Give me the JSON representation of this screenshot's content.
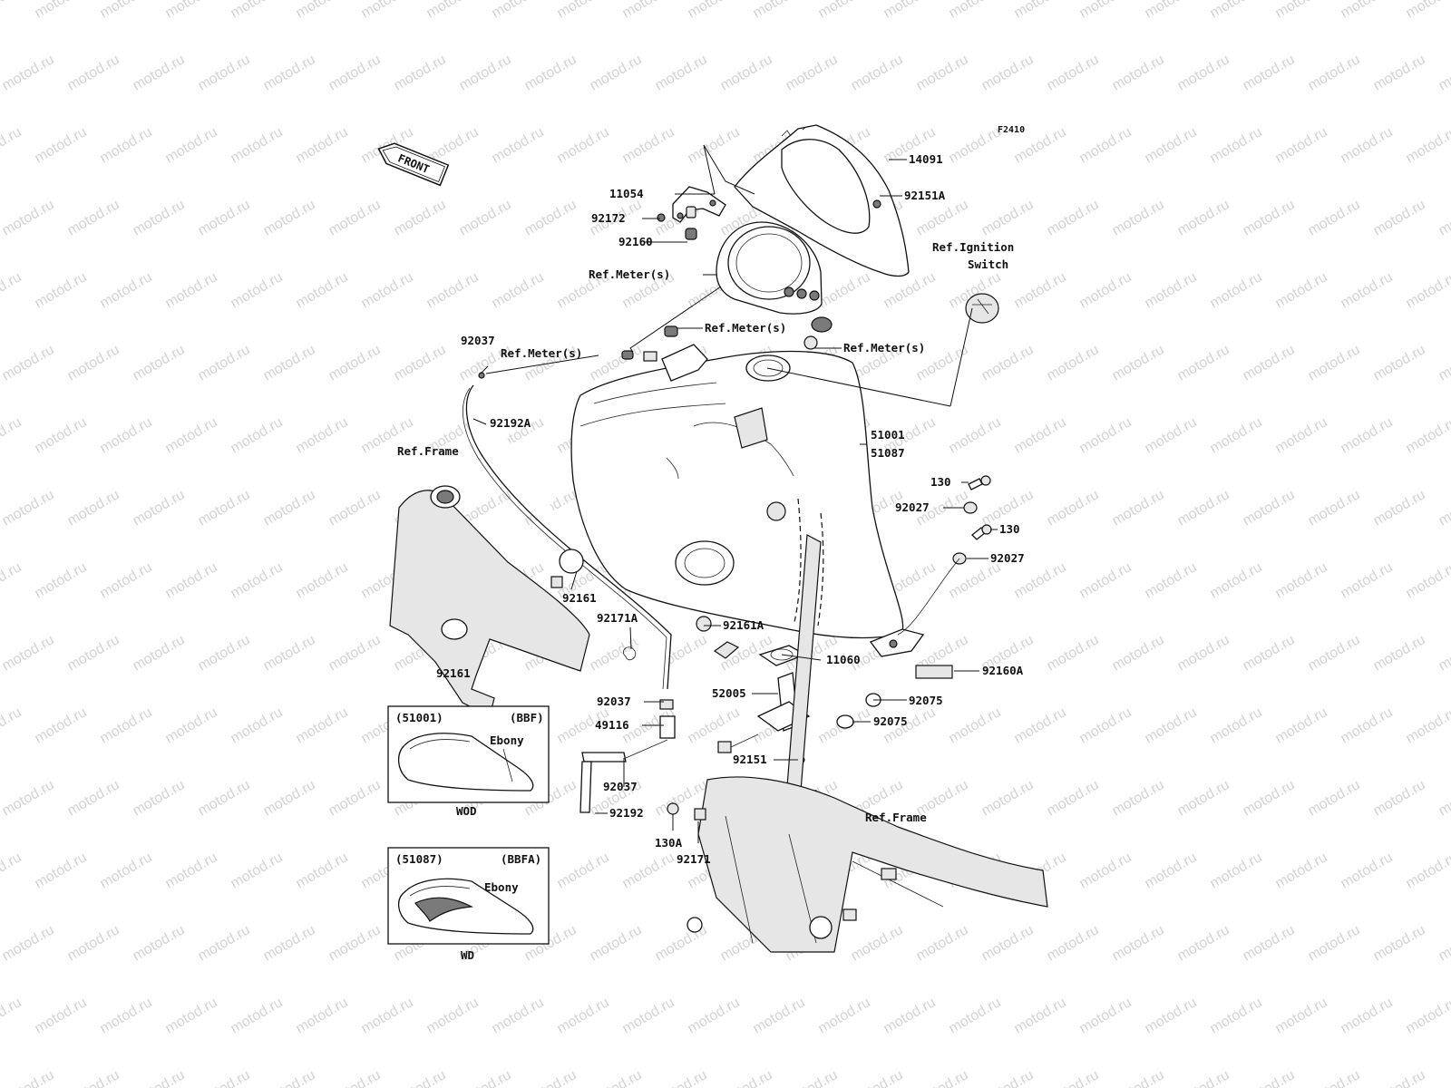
{
  "diagram_code": "F2410",
  "front_marker": "FRONT",
  "watermark_text": "motod.ru",
  "callouts": {
    "p14091": "14091",
    "p11054": "11054",
    "p92151A": "92151A",
    "p92172": "92172",
    "p92160": "92160",
    "ref_meter_1": "Ref.Meter(s)",
    "ref_ignition_1": "Ref.Ignition",
    "ref_ignition_2": "Switch",
    "ref_meter_2": "Ref.Meter(s)",
    "ref_meter_3": "Ref.Meter(s)",
    "ref_meter_4": "Ref.Meter(s)",
    "p92037_a": "92037",
    "p92192A": "92192A",
    "ref_frame_1": "Ref.Frame",
    "p51001": "51001",
    "p51087": "51087",
    "p130_a": "130",
    "p92027_a": "92027",
    "p130_b": "130",
    "p92027_b": "92027",
    "p92161_a": "92161",
    "p92171A": "92171A",
    "p92161A": "92161A",
    "p92161_b": "92161",
    "p11060": "11060",
    "p92160A": "92160A",
    "p52005": "52005",
    "p92037_b": "92037",
    "p92075_a": "92075",
    "p49116": "49116",
    "p92075_b": "92075",
    "p92151": "92151",
    "p92037_c": "92037",
    "p92192": "92192",
    "ref_frame_2": "Ref.Frame",
    "p130A": "130A",
    "p92171": "92171"
  },
  "inset_boxes": [
    {
      "part": "(51001)",
      "code": "(BBF)",
      "color": "Ebony",
      "caption": "WOD"
    },
    {
      "part": "(51087)",
      "code": "(BBFA)",
      "color": "Ebony",
      "caption": "WD"
    }
  ]
}
